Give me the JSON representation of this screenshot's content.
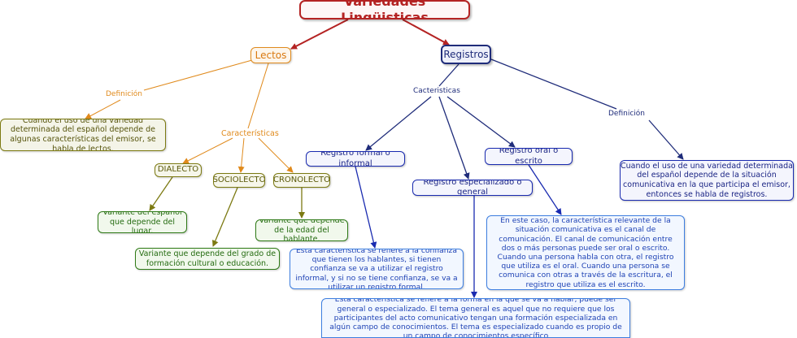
{
  "title": "Variedades Lingüisticas",
  "lectos": {
    "label": "Lectos",
    "definicion_link": "Definición",
    "definicion": "Cuando el uso de una variedad determinada del español depende de algunas características del emisor, se habla de lectos.",
    "caracteristicas_link": "Características",
    "tipos": [
      {
        "label": "DIALECTO",
        "desc": "Variante del español que depende del lugar."
      },
      {
        "label": "SOCIOLECTO",
        "desc": "Variante que depende del grado de formación cultural o educación."
      },
      {
        "label": "CRONOLECTO",
        "desc": "Variante que depende de la edad del hablante."
      }
    ]
  },
  "registros": {
    "label": "Registros",
    "caracteristicas_link": "Cacteristicas",
    "definicion_link": "Definición",
    "definicion": "Cuando el uso de una variedad determinada del español depende de la situación comunicativa en la que participa el emisor, entonces se habla de registros.",
    "tipos": [
      {
        "label": "Registro formal o informal",
        "desc": "Esta característica se refiere a la confianza que tienen los hablantes, si tienen confianza se va a utilizar el registro informal, y si no se tiene confianza, se va a utilizar un registro formal."
      },
      {
        "label": "Registro especializado o general",
        "desc": "Esta característica se refiere a la forma en la que se va a hablar, puede ser general o especializado. El tema general es aquel que no requiere que los participantes del acto comunicativo tengan una formación especializada en algún campo de conocimientos. El tema es especializado cuando es propio de un campo de conocimientos específico"
      },
      {
        "label": "Registro oral o escrito",
        "desc": "En este caso, la característica relevante de la situación comunicativa es el canal de comunicación. El canal de comunicación entre dos o más personas puede ser oral o escrito. Cuando una persona habla con otra, el registro que utiliza es el oral. Cuando una persona se comunica con otras a través de la escritura, el registro que utiliza es el escrito."
      }
    ]
  },
  "colors": {
    "title": "#b42323",
    "lectos": "#e08a1c",
    "registros": "#1f2c7a",
    "lectos_child": "#7c7a12",
    "lectos_desc": "#2e7a16",
    "registro_type": "#1a2bb0",
    "registro_desc": "#3d7ee0"
  }
}
